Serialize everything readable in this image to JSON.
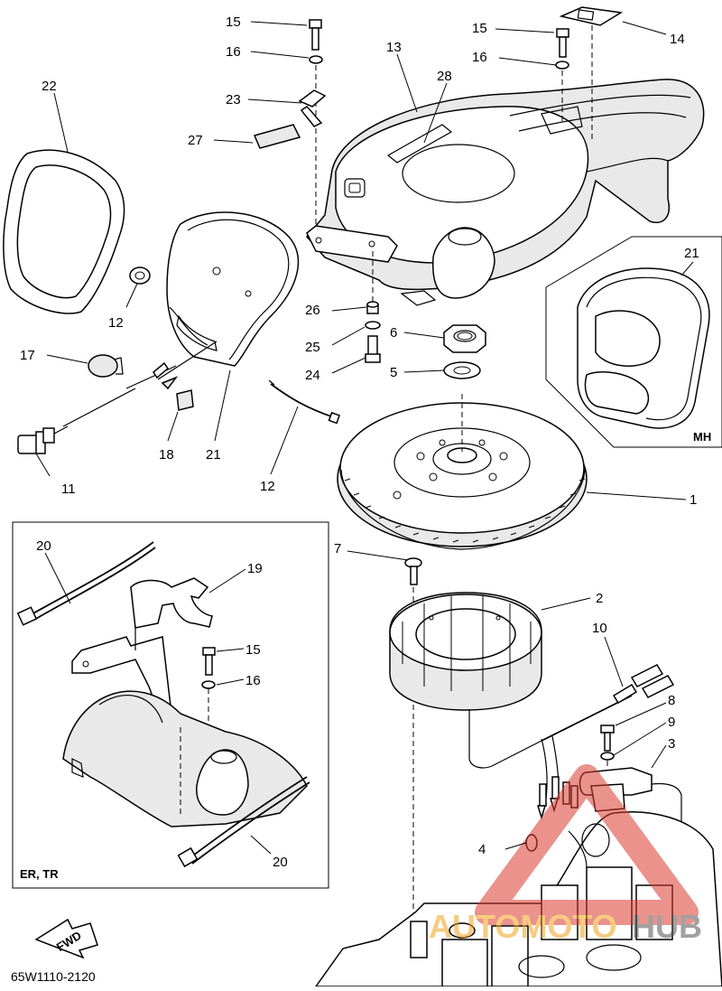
{
  "diagram": {
    "code": "65W1110-2120",
    "fwd_label": "FWD",
    "watermark": {
      "left": "AUTOMOTO",
      "right": "HUB"
    },
    "inset_mh": "MH",
    "inset_ertr": "ER, TR",
    "callouts": {
      "c15a": "15",
      "c16a": "16",
      "c23": "23",
      "c27": "27",
      "c22": "22",
      "c13": "13",
      "c28": "28",
      "c15b": "15",
      "c14": "14",
      "c16b": "16",
      "c21a": "21",
      "c12a": "12",
      "c17": "17",
      "c26": "26",
      "c25": "25",
      "c24": "24",
      "c6": "6",
      "c5": "5",
      "c18": "18",
      "c21b": "21",
      "c11": "11",
      "c12b": "12",
      "c1": "1",
      "c7": "7",
      "c2": "2",
      "c10": "10",
      "c8": "8",
      "c9": "9",
      "c3": "3",
      "c4": "4",
      "c20a": "20",
      "c19": "19",
      "c15c": "15",
      "c16c": "16",
      "c20b": "20"
    }
  }
}
